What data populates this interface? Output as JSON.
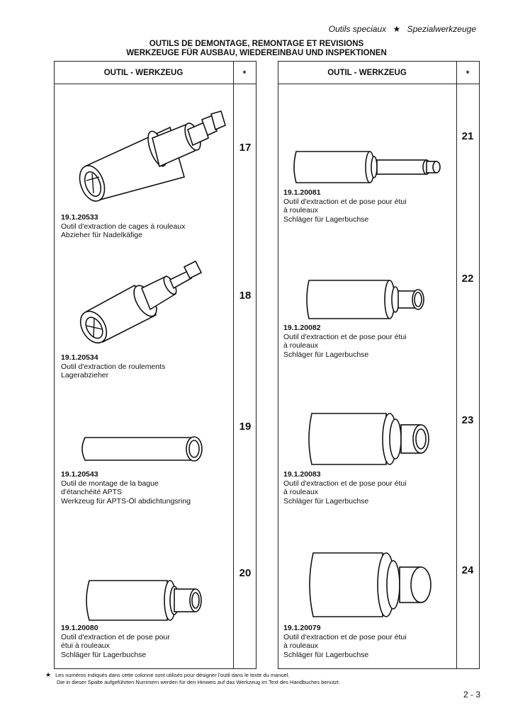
{
  "header": {
    "fr": "Outils speciaux",
    "star": "★",
    "de": "Spezialwerkzeuge"
  },
  "title": {
    "line1": "OUTILS DE DEMONTAGE, REMONTAGE ET REVISIONS",
    "line2": "WERKZEUGE FÜR AUSBAU, WIEDEREINBAU UND INSPEKTIONEN"
  },
  "columns": [
    {
      "head": "OUTIL - WERKZEUG",
      "star": "*"
    },
    {
      "head": "OUTIL - WERKZEUG",
      "star": "*"
    }
  ],
  "tools": [
    {
      "number": "17",
      "code": "19.1.20533",
      "lines": [
        "Outil d'extraction de cages à rouleaux",
        "Abzieher für Nadelkäfige"
      ],
      "icon": "needle-cage-puller-icon"
    },
    {
      "number": "18",
      "code": "19.1.20534",
      "lines": [
        "Outil d'extraction de roulements",
        "Lagerabzieher"
      ],
      "icon": "bearing-puller-icon"
    },
    {
      "number": "19",
      "code": "19.1.20543",
      "lines": [
        "Outil de montage de la bague",
        "d'étanchéité APTS",
        "Werkzeug für APTS-Öl abdichtungsring"
      ],
      "icon": "seal-ring-tube-icon"
    },
    {
      "number": "20",
      "code": "19.1.20080",
      "lines": [
        "Outil d'extraction et de pose pour",
        "étui à rouleaux",
        "Schläger für Lagerbuchse"
      ],
      "icon": "driver-20080-icon"
    },
    {
      "number": "21",
      "code": "19.1.20081",
      "lines": [
        "Outil d'extraction et de pose pour étui",
        "à rouleaux",
        "Schläger für Lagerbuchse"
      ],
      "icon": "driver-20081-icon"
    },
    {
      "number": "22",
      "code": "19.1.20082",
      "lines": [
        "Outil d'extraction et de pose pour étui",
        "à rouleaux",
        "Schläger für Lagerbuchse"
      ],
      "icon": "driver-20082-icon"
    },
    {
      "number": "23",
      "code": "19.1.20083",
      "lines": [
        "Outil d'extraction et de pose pour étui",
        "à rouleaux",
        "Schläger für Lagerbuchse"
      ],
      "icon": "driver-20083-icon"
    },
    {
      "number": "24",
      "code": "19.1.20079",
      "lines": [
        "Outil d'extraction et de pose pour étui",
        "à rouleaux",
        "Schläger für Lagerbuchse"
      ],
      "icon": "driver-20079-icon"
    }
  ],
  "footnote": {
    "star": "★",
    "fr": "Les numéros indiqués dans cette colonne sont utilisés pour  désigner l'outil dans le texte du manuel.",
    "de": "Die in dieser Spalte aufgeführten Nummern werden für den Hinweis auf das Werkzeug im Text des Handbuches benutzt."
  },
  "page_number": "2 - 3"
}
